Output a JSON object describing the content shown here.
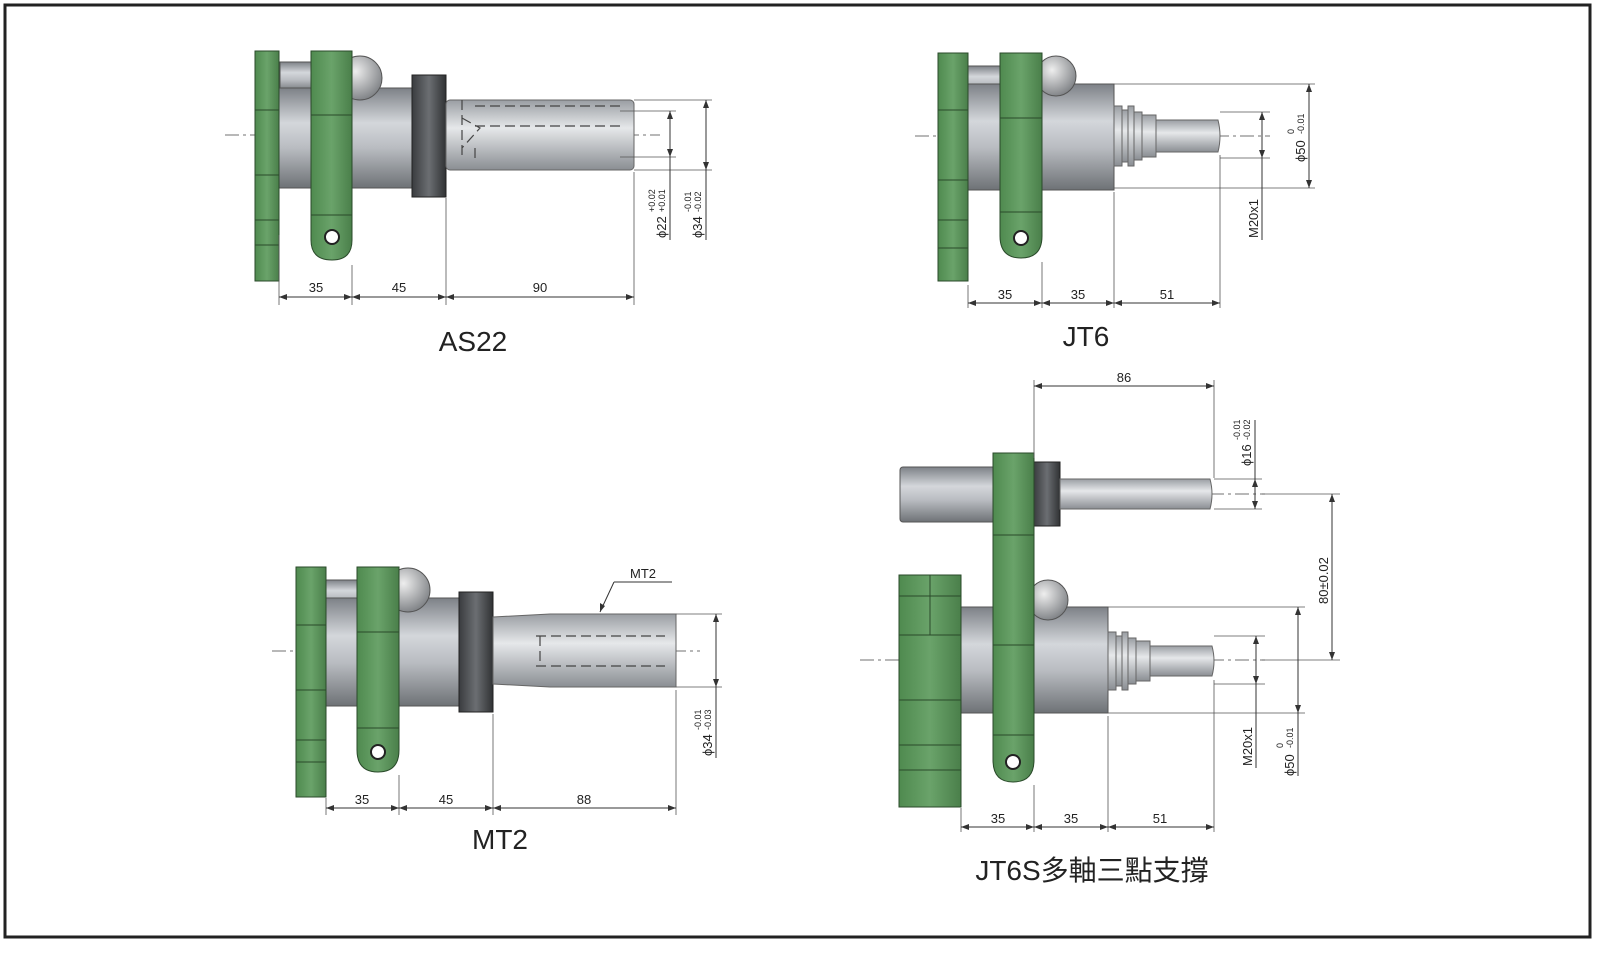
{
  "drawings": [
    {
      "id": "as22",
      "title": "AS22",
      "dims": [
        "35",
        "45",
        "90"
      ],
      "diameters": [
        {
          "label": "ϕ22",
          "tol_upper": "+0.02",
          "tol_lower": "+0.01"
        },
        {
          "label": "ϕ34",
          "tol_upper": "-0.01",
          "tol_lower": "-0.02"
        }
      ]
    },
    {
      "id": "jt6",
      "title": "JT6",
      "dims": [
        "35",
        "35",
        "51"
      ],
      "thread": "M20x1",
      "diameters": [
        {
          "label": "ϕ50",
          "tol_upper": "0",
          "tol_lower": "-0.01"
        }
      ]
    },
    {
      "id": "mt2",
      "title": "MT2",
      "dims": [
        "35",
        "45",
        "88"
      ],
      "callout": "MT2",
      "diameters": [
        {
          "label": "ϕ34",
          "tol_upper": "-0.01",
          "tol_lower": "-0.03"
        }
      ]
    },
    {
      "id": "jt6s",
      "title": "JT6S多軸三點支撐",
      "dims": [
        "35",
        "35",
        "51"
      ],
      "top_length": "86",
      "spacing": "80±0.02",
      "thread": "M20x1",
      "diameters": [
        {
          "label": "ϕ16",
          "tol_upper": "-0.01",
          "tol_lower": "-0.02"
        },
        {
          "label": "ϕ50",
          "tol_upper": "0",
          "tol_lower": "-0.01"
        }
      ]
    }
  ]
}
